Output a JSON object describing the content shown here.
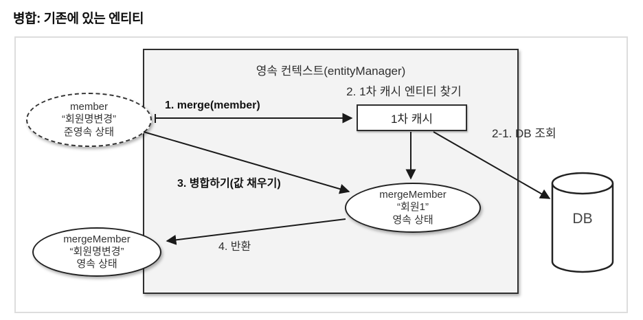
{
  "title": "병합: 기존에 있는 엔티티",
  "diagram": {
    "context_label": "영속 컨텍스트(entityManager)",
    "cache_box_label": "1차 캐시",
    "db_label": "DB",
    "detached_entity": {
      "lines": [
        "member",
        "“회원명변경”",
        "준영속 상태"
      ]
    },
    "merged_entity": {
      "lines": [
        "mergeMember",
        "“회원1”",
        "영속 상태"
      ]
    },
    "returned_entity": {
      "lines": [
        "mergeMember",
        "“회원명변경”",
        "영속 상태"
      ]
    },
    "steps": {
      "step1": "1. merge(member)",
      "step2": "2. 1차 캐시 엔티티 찾기",
      "step2_1": "2-1. DB 조회",
      "step3": "3. 병합하기(값 채우기)",
      "step4": "4. 반환"
    },
    "colors": {
      "context_fill": "#f3f3f3",
      "line_stroke": "#1a1a1a",
      "frame_border": "#dddddd",
      "box_border": "#2e2e2e"
    }
  }
}
